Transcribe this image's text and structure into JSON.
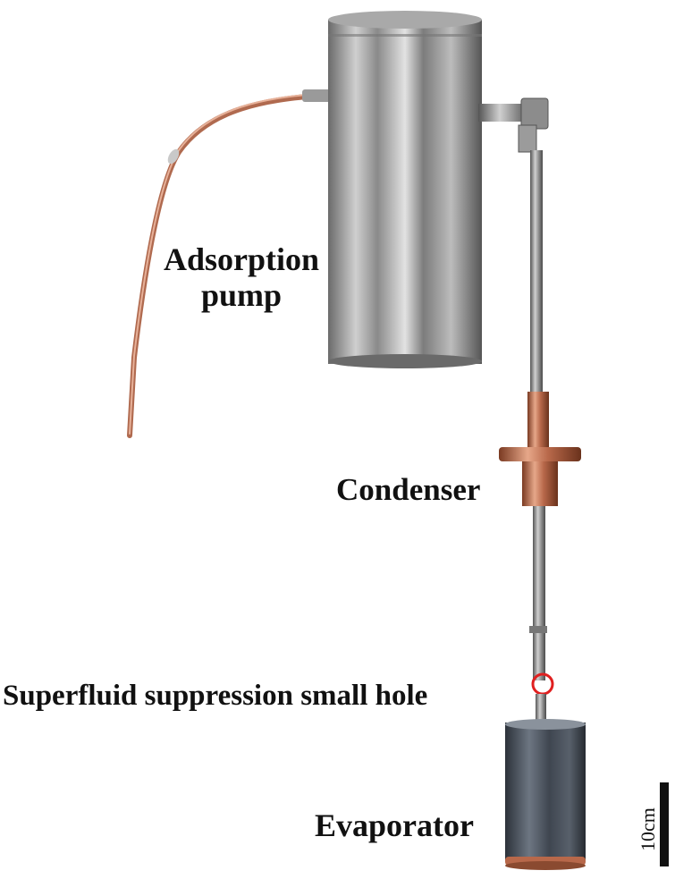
{
  "labels": {
    "adsorption_pump_line1": "Adsorption",
    "adsorption_pump_line2": "pump",
    "condenser": "Condenser",
    "superfluid_hole": "Superfluid suppression small hole",
    "evaporator": "Evaporator",
    "scale": "10cm"
  },
  "colors": {
    "steel_light": "#d8d8d8",
    "steel_dark": "#5e5e5e",
    "copper": "#b8684a",
    "copper_light": "#e6a789",
    "evaporator_dark": "#3f4650",
    "highlight_circle": "#e02020",
    "text": "#111111"
  }
}
